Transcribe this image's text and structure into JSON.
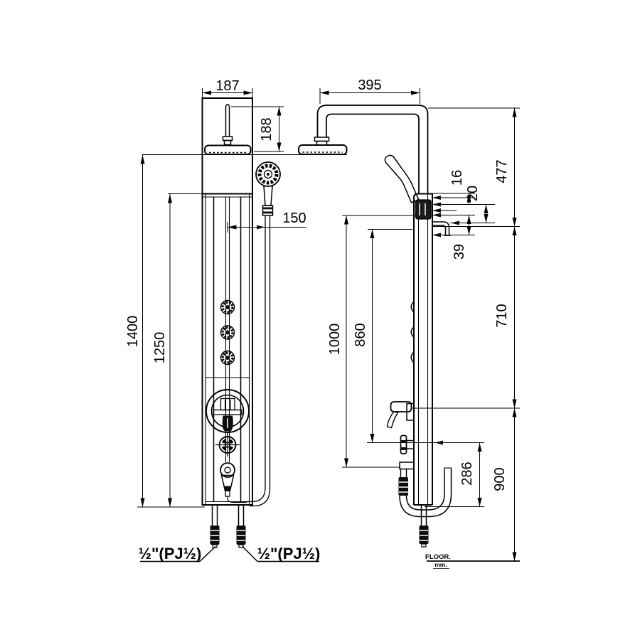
{
  "drawing": {
    "type": "technical-dimension-drawing",
    "subject": "shower panel column with overhead rain shower, hand shower, 3 body jets, mixer and diverter — front and side elevation",
    "line_color": "#000000",
    "background": "#ffffff"
  },
  "dimensions": {
    "panel_width": "187",
    "arm_reach": "395",
    "arm_rise": "188",
    "hand_shower_offset": "150",
    "overall_height": "1400",
    "panel_height": "1250",
    "outlet_height": "1000",
    "mixer_height": "860",
    "top_offset": "16",
    "port_spacing": "20",
    "supply_offset": "39",
    "head_drop": "477",
    "body_span": "710",
    "hose_drop": "286",
    "floor_clearance": "900"
  },
  "labels": {
    "inlet_left": "½\"(PJ½)",
    "inlet_right": "½\"(PJ½)",
    "floor": "FLOOR.",
    "units": "mm."
  }
}
